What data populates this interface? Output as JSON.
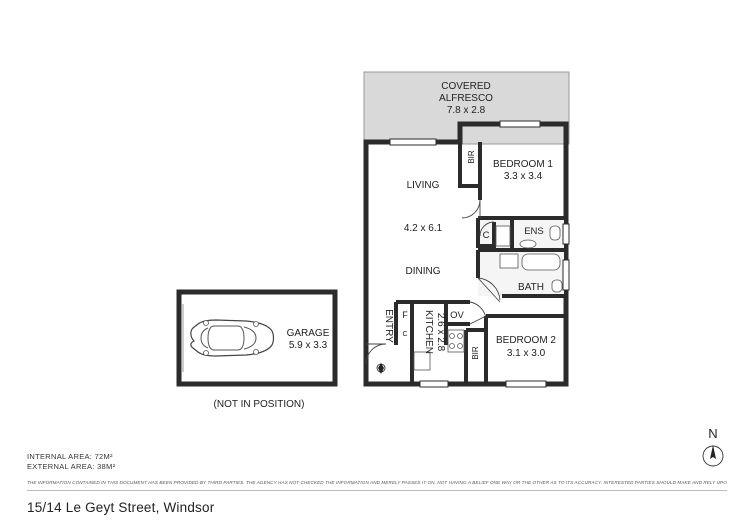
{
  "rooms": {
    "alfresco": {
      "line1": "COVERED",
      "line2": "ALFRESCO",
      "dims": "7.8 x 2.8"
    },
    "bedroom1": {
      "name": "BEDROOM 1",
      "dims": "3.3 x 3.4"
    },
    "bir1": "BIR",
    "living": "LIVING",
    "living_dims": "4.2 x 6.1",
    "dining": "DINING",
    "ens": "ENS",
    "c": "C",
    "bath": "BATH",
    "entry": "ENTRY",
    "f": "F",
    "c_small": "C",
    "kitchen": {
      "name": "KITCHEN",
      "dims": "2.6 x 2.8"
    },
    "ov": "OV",
    "bir2": "BIR",
    "bedroom2": {
      "name": "BEDROOM 2",
      "dims": "3.1 x 3.0"
    },
    "garage": {
      "name": "GARAGE",
      "dims": "5.9 x 3.3"
    },
    "not_in_position": "(NOT IN POSITION)"
  },
  "areas": {
    "internal": "INTERNAL AREA:  72M²",
    "external": "EXTERNAL AREA:  38M²"
  },
  "disclaimer": "THE INFORMATION CONTAINED IN THIS DOCUMENT HAS BEEN PROVIDED BY THIRD PARTIES. THE AGENCY HAS NOT CHECKED THE INFORMATION AND MERELY PASSES IT ON, NOT HAVING A BELIEF ONE WAY OR   THE OTHER AS TO ITS ACCURACY. INTERESTED PARTIES SHOULD MAKE AND RELY UPON THEIR OWN ENQUIRIES",
  "address": "15/14 Le Geyt Street, Windsor",
  "compass_label": "N",
  "colors": {
    "wall": "#333333",
    "alfresco_fill": "#d9d9d9",
    "wet_fill": "#f3f3f3"
  }
}
